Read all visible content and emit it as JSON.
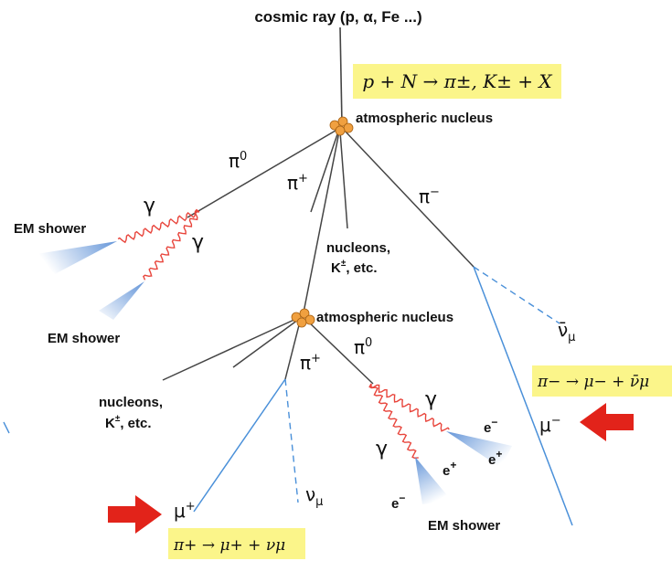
{
  "title": "cosmic ray (p, α, Fe ...)",
  "labels": {
    "atm_nucleus_1": "atmospheric nucleus",
    "atm_nucleus_2": "atmospheric nucleus",
    "pi0_top": "π0",
    "pi_plus_top": "π+",
    "pi_minus_top": "π−",
    "gamma_top_1": "γ",
    "gamma_top_2": "γ",
    "em_shower_1": "EM shower",
    "em_shower_2": "EM shower",
    "nucleons_top_line1": "nucleons,",
    "nucleons_top_line2": "K±,  etc.",
    "nu_mu_bar": "ν̄μ",
    "pi_plus_mid": "π+",
    "pi0_mid": "π0",
    "nucleons_bot_line1": "nucleons,",
    "nucleons_bot_line2": "K±,  etc.",
    "gamma_bot_1": "γ",
    "gamma_bot_2": "γ",
    "e_minus_1": "e−",
    "e_plus_1": "e+",
    "e_plus_2": "e+",
    "e_minus_2": "e−",
    "em_shower_3": "EM shower",
    "nu_mu": "νμ",
    "mu_plus": "μ+",
    "mu_minus": "μ−"
  },
  "equations": {
    "production": "p + N → π±, K± + X",
    "pi_minus_decay": "π− → μ− + ν̄μ",
    "pi_plus_decay": "π+ → μ+ + νμ"
  },
  "colors": {
    "highlight": "#fbf58a",
    "arrow": "#e2231a",
    "photon": "#e8453c",
    "muon": "#4a90d9",
    "hadron": "#444444",
    "nucleus": "#f0a040"
  }
}
